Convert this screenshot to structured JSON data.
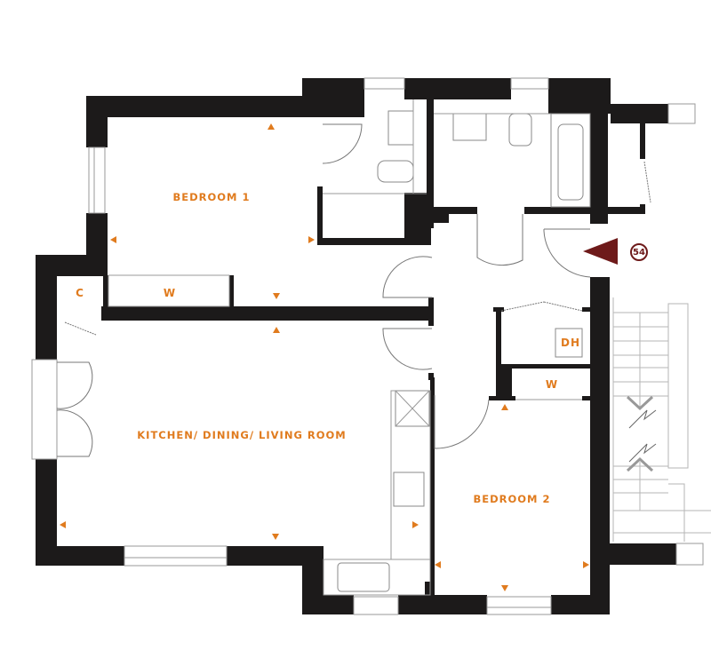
{
  "plan": {
    "colors": {
      "wall": "#1c1a1a",
      "label": "#e07b1e",
      "dimension_marker": "#e07b1e",
      "entrance_marker": "#6e1a1a",
      "line": "#9a9a9a"
    },
    "rooms": {
      "bedroom1": "BEDROOM 1",
      "kitchen": "KITCHEN/ DINING/ LIVING ROOM",
      "bedroom2": "BEDROOM 2"
    },
    "storage": {
      "cupboard": "C",
      "wardrobe1": "W",
      "wardrobe2": "W",
      "dh": "DH"
    },
    "entrance": {
      "number": "54",
      "icon": "entrance-arrow-icon"
    },
    "icons": {
      "dimension_marker": "triangle-marker-icon",
      "door_swing": "door-swing-icon",
      "stairs": "staircase-icon"
    }
  }
}
